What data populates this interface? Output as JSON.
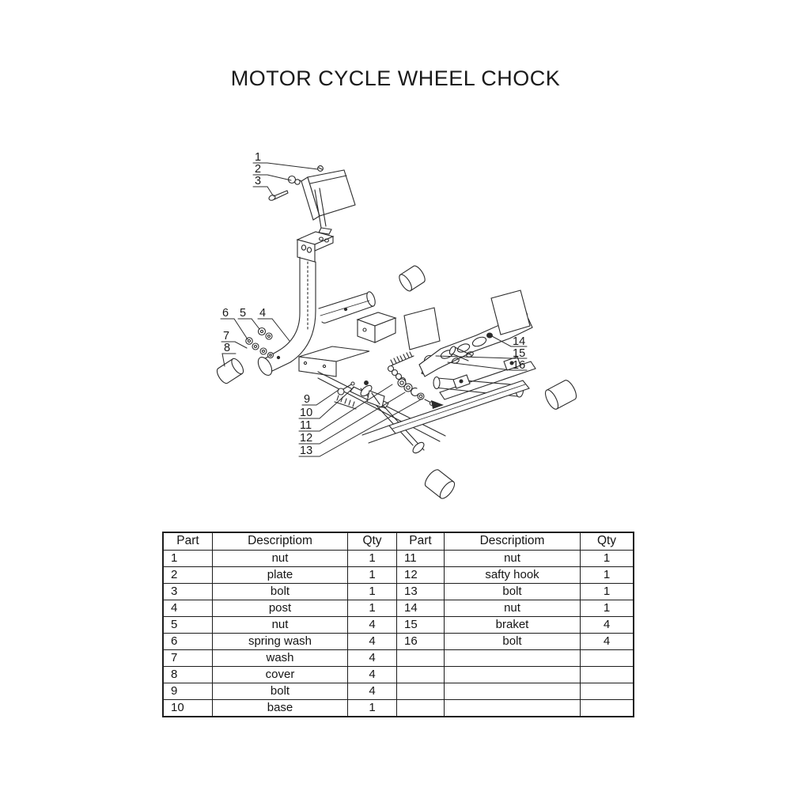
{
  "page": {
    "title": "MOTOR CYCLE WHEEL CHOCK",
    "paper_color": "#ffffff",
    "ink_color": "#2b2b2b"
  },
  "diagram": {
    "description": "exploded-view line drawing of motorcycle wheel chock with numbered part callouts",
    "callout_labels": [
      "1",
      "2",
      "3",
      "4",
      "5",
      "6",
      "7",
      "8",
      "9",
      "10",
      "11",
      "12",
      "13",
      "14",
      "15",
      "16"
    ]
  },
  "table": {
    "headers": [
      "Part",
      "Descriptiom",
      "Qty",
      "Part",
      "Descriptiom",
      "Qty"
    ],
    "rows": [
      [
        "1",
        "nut",
        "1",
        "11",
        "nut",
        "1"
      ],
      [
        "2",
        "plate",
        "1",
        "12",
        "safty hook",
        "1"
      ],
      [
        "3",
        "bolt",
        "1",
        "13",
        "bolt",
        "1"
      ],
      [
        "4",
        "post",
        "1",
        "14",
        "nut",
        "1"
      ],
      [
        "5",
        "nut",
        "4",
        "15",
        "braket",
        "4"
      ],
      [
        "6",
        "spring wash",
        "4",
        "16",
        "bolt",
        "4"
      ],
      [
        "7",
        "wash",
        "4",
        "",
        "",
        ""
      ],
      [
        "8",
        "cover",
        "4",
        "",
        "",
        ""
      ],
      [
        "9",
        "bolt",
        "4",
        "",
        "",
        ""
      ],
      [
        "10",
        "base",
        "1",
        "",
        "",
        ""
      ]
    ]
  }
}
